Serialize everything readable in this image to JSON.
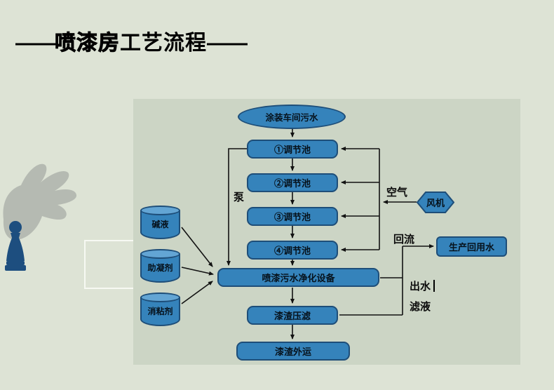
{
  "title": {
    "dash_left": "——",
    "emphasis": "喷漆房",
    "rest": "工艺流程",
    "dash_right": "——"
  },
  "colors": {
    "page_bg": "#dde3d5",
    "panel_bg": "#ccd5c5",
    "node_fill": "#3583bb",
    "node_border": "#1e4e79",
    "node_text": "#06121c",
    "cyl_top": "#63a5d4",
    "figure_blue": "#1d4e7f",
    "hand_gray": "#b5bab2",
    "line_color": "#121212"
  },
  "flowchart": {
    "source": "涂装车间污水",
    "tanks": [
      "①调节池",
      "②调节池",
      "③调节池",
      "④调节池"
    ],
    "equipment": "喷漆污水净化设备",
    "press": "漆渣压滤",
    "transport": "漆渣外运",
    "additives": [
      "碱液",
      "助凝剂",
      "消粘剂"
    ],
    "fan": "风机",
    "reuse": "生产回用水",
    "labels": {
      "pump": "泵",
      "air": "空气",
      "reflux": "回流",
      "outlet": "出水",
      "filtrate": "滤液"
    }
  }
}
